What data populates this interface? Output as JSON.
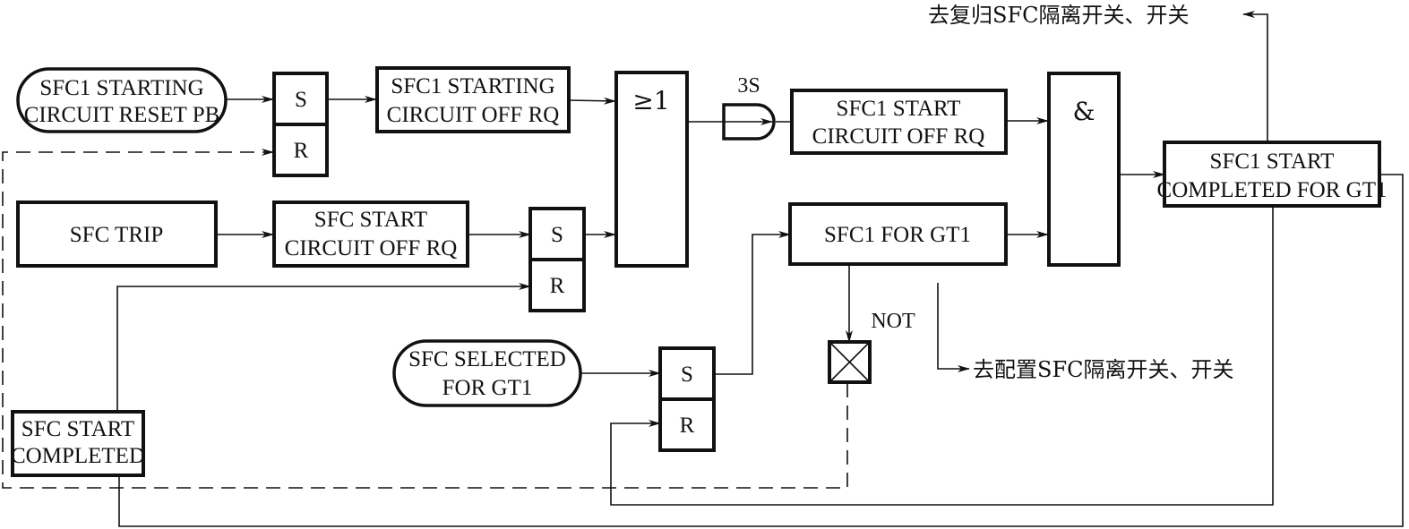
{
  "blocks": {
    "reset_pb": {
      "line1": "SFC1 STARTING",
      "line2": "CIRCUIT RESET PB"
    },
    "sr1": {
      "set": "S",
      "reset": "R"
    },
    "starting_off_rq": {
      "line1": "SFC1  STARTING",
      "line2": "CIRCUIT OFF RQ"
    },
    "or_gate": {
      "symbol": "≥1"
    },
    "timer": {
      "label": "3S"
    },
    "start_off_rq_1": {
      "line1": "SFC1  START",
      "line2": "CIRCUIT OFF RQ"
    },
    "and_gate": {
      "symbol": "&"
    },
    "start_completed_gt1": {
      "line1": "SFC1  START",
      "line2": "COMPLETED FOR GT1"
    },
    "sfc_trip": {
      "label": "SFC TRIP"
    },
    "sfc_start_off_rq": {
      "line1": "SFC START",
      "line2": "CIRCUIT OFF RQ"
    },
    "sr2": {
      "set": "S",
      "reset": "R"
    },
    "sfc1_for_gt1": {
      "label": "SFC1  FOR GT1"
    },
    "not_gate": {
      "label": "NOT"
    },
    "sfc_selected": {
      "line1": "SFC SELECTED",
      "line2": "FOR GT1"
    },
    "sr3": {
      "set": "S",
      "reset": "R"
    },
    "sfc_start_completed": {
      "line1": "SFC START",
      "line2": "COMPLETED"
    }
  },
  "outputs": {
    "reset_isolator": "去复归SFC隔离开关、开关",
    "config_isolator": "去配置SFC隔离开关、开关"
  }
}
